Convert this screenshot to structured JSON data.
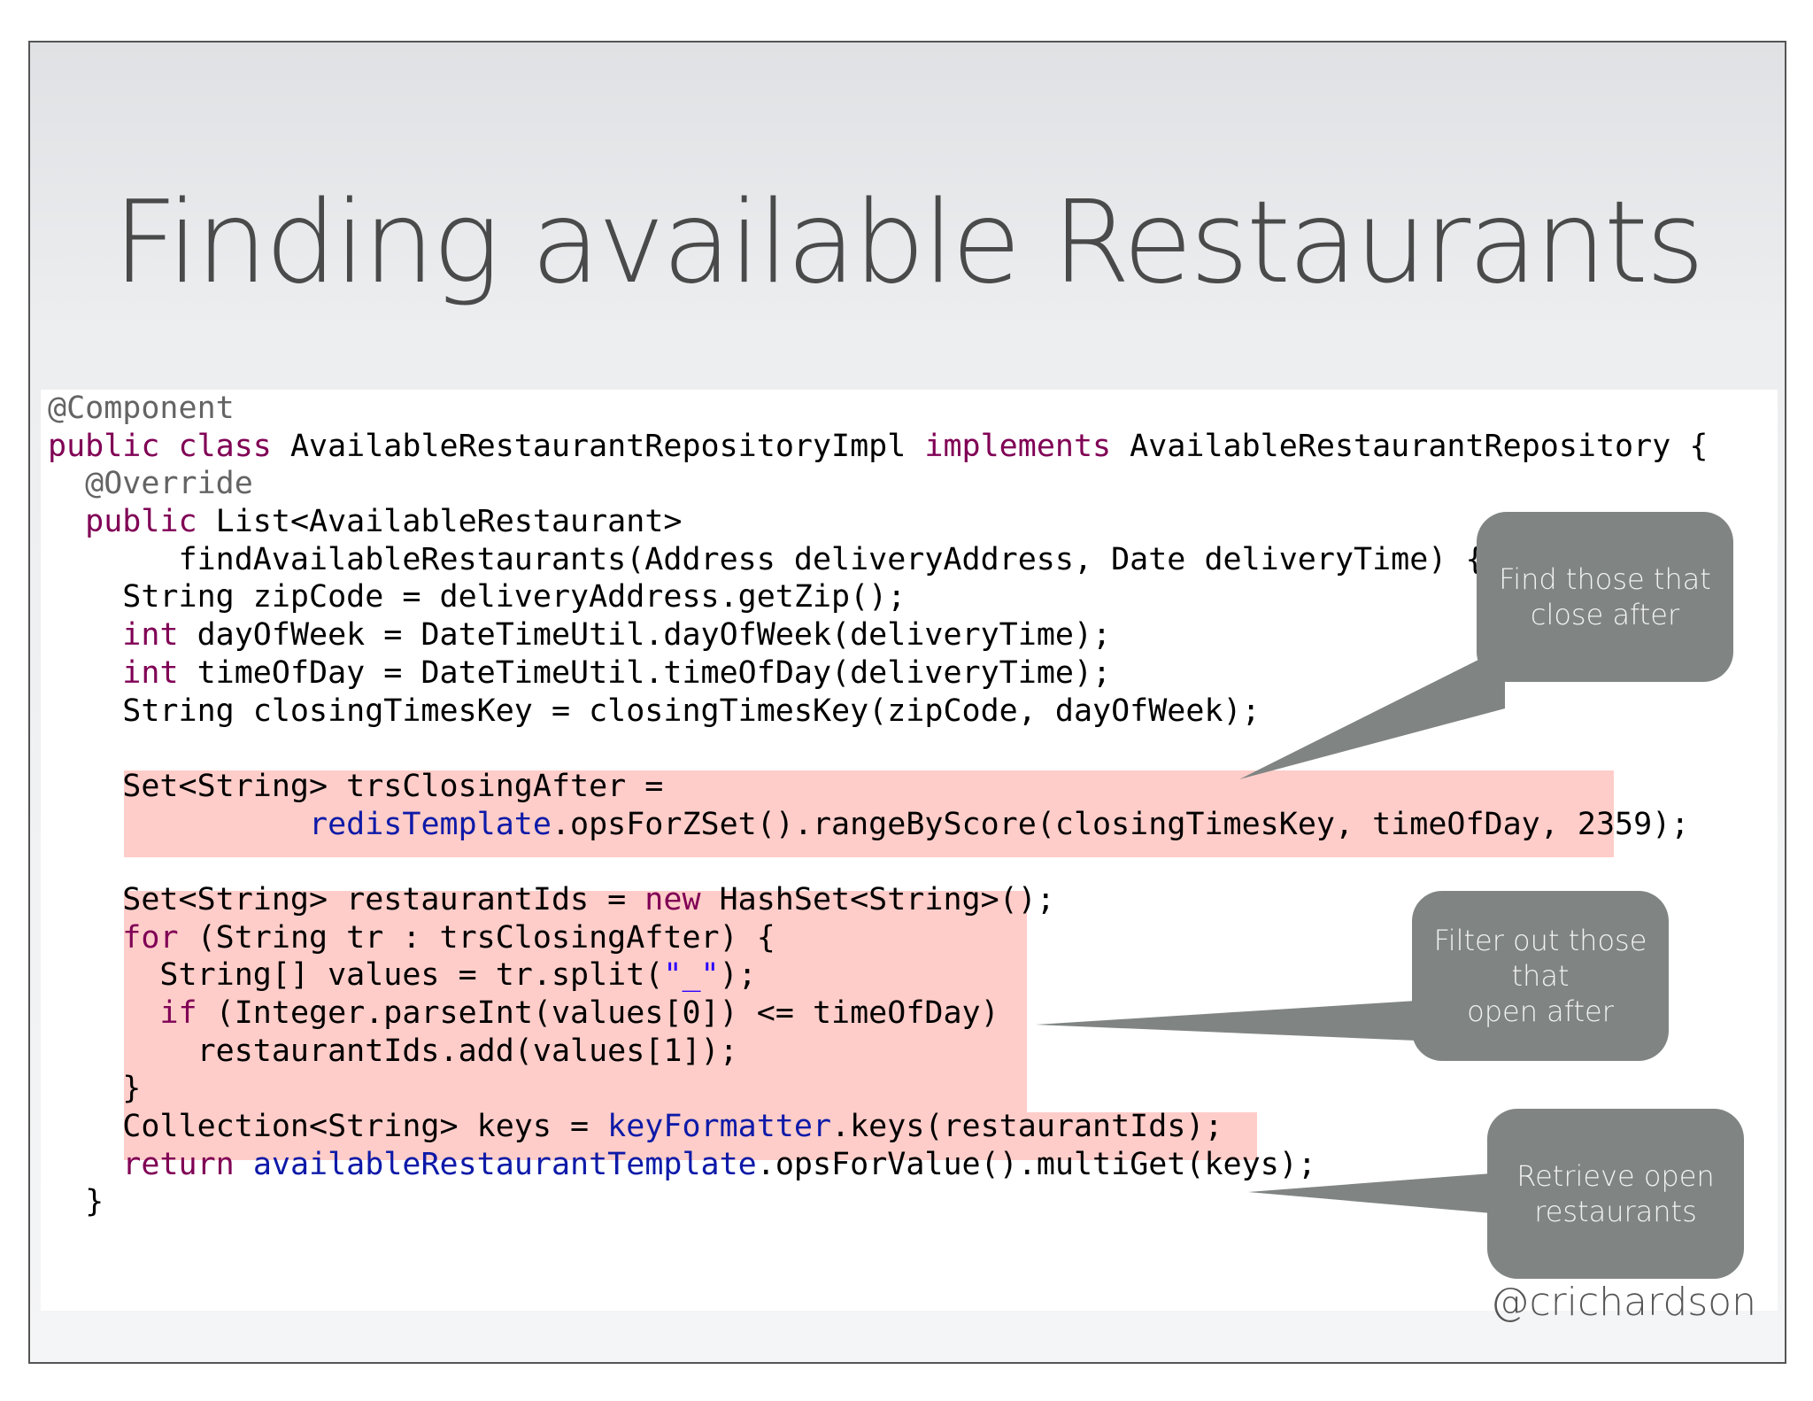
{
  "slide": {
    "title": "Finding available Restaurants",
    "handle": "@crichardson"
  },
  "code": {
    "line0": {
      "a": "@Component"
    },
    "line1": {
      "a": "public",
      "b": " ",
      "c": "class",
      "d": " AvailableRestaurantRepositoryImpl ",
      "e": "implements",
      "f": " AvailableRestaurantRepository {"
    },
    "line2": {
      "a": "  ",
      "b": "@Override"
    },
    "line3": {
      "a": "  ",
      "b": "public",
      "c": " List<AvailableRestaurant>"
    },
    "line4": {
      "a": "       findAvailableRestaurants(Address deliveryAddress, Date deliveryTime) {"
    },
    "line5": {
      "a": "    String zipCode = deliveryAddress.getZip();"
    },
    "line6": {
      "a": "    ",
      "b": "int",
      "c": " dayOfWeek = DateTimeUtil.dayOfWeek(deliveryTime);"
    },
    "line7": {
      "a": "    ",
      "b": "int",
      "c": " timeOfDay = DateTimeUtil.timeOfDay(deliveryTime);"
    },
    "line8": {
      "a": "    String closingTimesKey = closingTimesKey(zipCode, dayOfWeek);"
    },
    "line9": {
      "a": ""
    },
    "line10": {
      "a": "    Set<String> trsClosingAfter ="
    },
    "line11": {
      "a": "              ",
      "b": "redisTemplate",
      "c": ".opsForZSet().rangeByScore(closingTimesKey, timeOfDay, 2359);"
    },
    "line12": {
      "a": ""
    },
    "line13": {
      "a": "    Set<String> restaurantIds = ",
      "b": "new",
      "c": " HashSet<String>();"
    },
    "line14": {
      "a": "    ",
      "b": "for",
      "c": " (String tr : trsClosingAfter) {"
    },
    "line15": {
      "a": "      String[] values = tr.split(",
      "b": "\"_\"",
      "c": ");"
    },
    "line16": {
      "a": "      ",
      "b": "if",
      "c": " (Integer.parseInt(values[0]) <= timeOfDay)"
    },
    "line17": {
      "a": "        restaurantIds.add(values[1]);"
    },
    "line18": {
      "a": "    }"
    },
    "line19": {
      "a": "    Collection<String> keys = ",
      "b": "keyFormatter",
      "c": ".keys(restaurantIds);"
    },
    "line20": {
      "a": "    ",
      "b": "return",
      "c": " ",
      "d": "availableRestaurantTemplate",
      "e": ".opsForValue().multiGet(keys);"
    },
    "line21": {
      "a": "  }"
    }
  },
  "callouts": {
    "c1_line1": "Find those that",
    "c1_line2": "close after",
    "c2_line1": "Filter out those that",
    "c2_line2": "open after",
    "c3_line1": "Retrieve open",
    "c3_line2": "restaurants"
  },
  "colors": {
    "keyword": "#800055",
    "annotation": "#646464",
    "field": "#0d1aa8",
    "highlight": "#ffcdc9",
    "callout": "#808584"
  }
}
